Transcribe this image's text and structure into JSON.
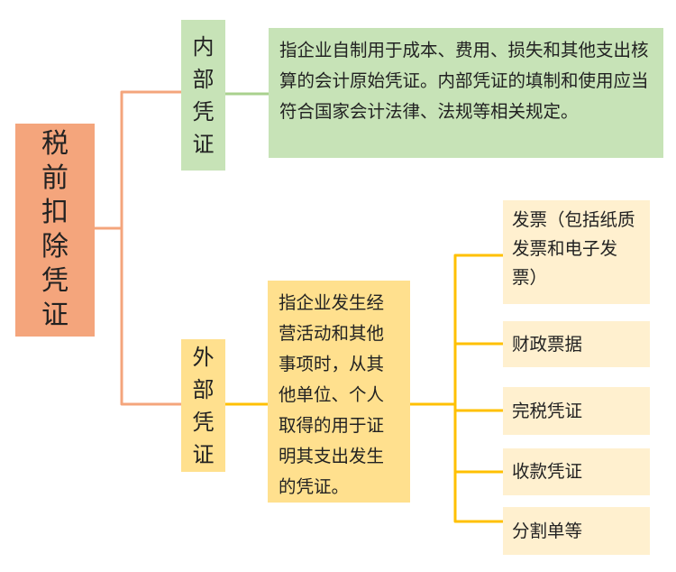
{
  "diagram": {
    "root": {
      "label": "税前扣除凭证"
    },
    "branches": [
      {
        "label": "内部凭证",
        "description": "指企业自制用于成本、费用、损失和其他支出核算的会计原始凭证。内部凭证的填制和使用应当符合国家会计法律、法规等相关规定。",
        "items": []
      },
      {
        "label": "外部凭证",
        "description": "指企业发生经营活动和其他事项时，从其他单位、个人取得的用于证明其支出发生的凭证。",
        "items": [
          {
            "label": "发票（包括纸质发票和电子发票）"
          },
          {
            "label": "财政票据"
          },
          {
            "label": "完税凭证"
          },
          {
            "label": "收款凭证"
          },
          {
            "label": "分割单等"
          }
        ]
      }
    ]
  },
  "colors": {
    "root_fill": "#F4A57C",
    "root_connector": "#F4A57C",
    "internal_fill": "#C7E3B7",
    "internal_connector": "#A9D18E",
    "external_fill": "#FFE08E",
    "external_connector": "#FFC000",
    "item_fill": "#FFF0CF"
  }
}
